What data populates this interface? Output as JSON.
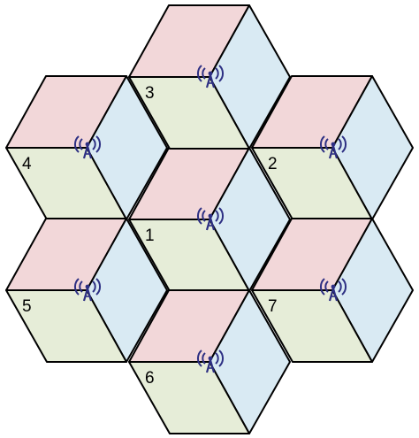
{
  "colors": {
    "top": "#f2d7d9",
    "right": "#d9eaf3",
    "left": "#e6edd8",
    "stroke": "#000000",
    "antenna": "#2d2f83"
  },
  "icon": "cell-tower-antenna-icon",
  "cells": [
    {
      "id": "1",
      "label": "1"
    },
    {
      "id": "2",
      "label": "2"
    },
    {
      "id": "3",
      "label": "3"
    },
    {
      "id": "4",
      "label": "4"
    },
    {
      "id": "5",
      "label": "5"
    },
    {
      "id": "6",
      "label": "6"
    },
    {
      "id": "7",
      "label": "7"
    }
  ]
}
